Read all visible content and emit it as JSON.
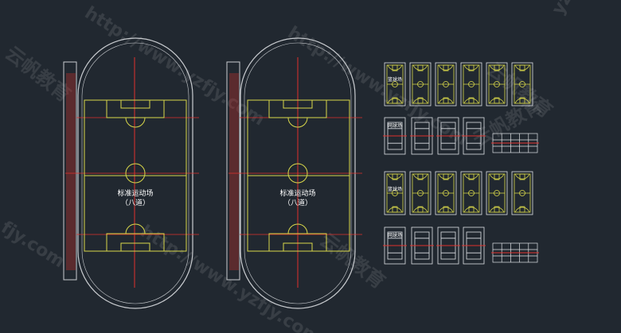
{
  "fields": [
    {
      "title": "标准运动场",
      "subtitle": "（八道）"
    },
    {
      "title": "标准运动场",
      "subtitle": "（八道）"
    }
  ],
  "basketball_caption": "篮球场",
  "tennis_caption": "网球场",
  "watermarks": [
    "http://www.yzfjy.com",
    "http://www.yzfjy.com",
    "http://www.yzfjy.com",
    "yzfjy",
    "云帆教育",
    "云帆教育",
    "云帆教育",
    "云帆教育",
    "fjy.com"
  ],
  "colors": {
    "background": "#212830",
    "outline": "#c9ccd0",
    "field": "#d9d84a",
    "center_line": "#e0312b",
    "track_red": "#c8312b",
    "court_white": "#dfe2e6"
  }
}
